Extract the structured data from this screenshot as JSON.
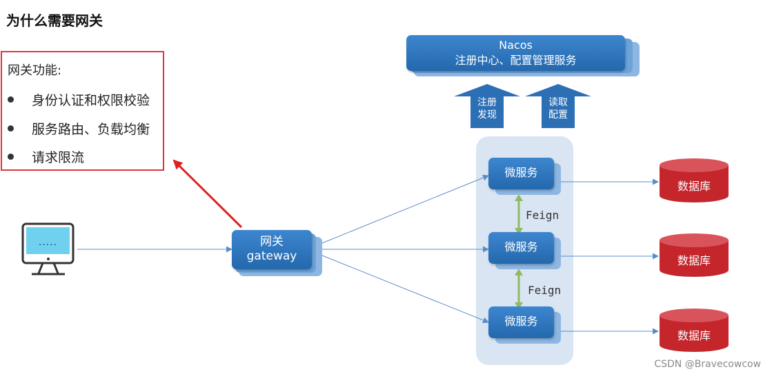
{
  "title": "为什么需要网关",
  "features": {
    "heading": "网关功能:",
    "items": [
      "身份认证和权限校验",
      "服务路由、负载均衡",
      "请求限流"
    ]
  },
  "nacos": {
    "name": "Nacos",
    "desc": "注册中心、配置管理服务"
  },
  "up_arrows": [
    {
      "line1": "注册",
      "line2": "发现"
    },
    {
      "line1": "读取",
      "line2": "配置"
    }
  ],
  "client": {
    "screen_text": "....."
  },
  "gateway": {
    "line1": "网关",
    "line2": "gateway"
  },
  "microservices": [
    "微服务",
    "微服务",
    "微服务"
  ],
  "feign_labels": [
    "Feign",
    "Feign"
  ],
  "databases": [
    "数据库",
    "数据库",
    "数据库"
  ],
  "watermark": "CSDN @Bravecowcow",
  "colors": {
    "box_blue": "#2a73bd",
    "highlight_red": "#d9363e",
    "database_red": "#c4262c",
    "feign_green": "#8fba63",
    "cluster_bg": "#d9e5f2",
    "connector_blue": "#5b8cc9"
  }
}
